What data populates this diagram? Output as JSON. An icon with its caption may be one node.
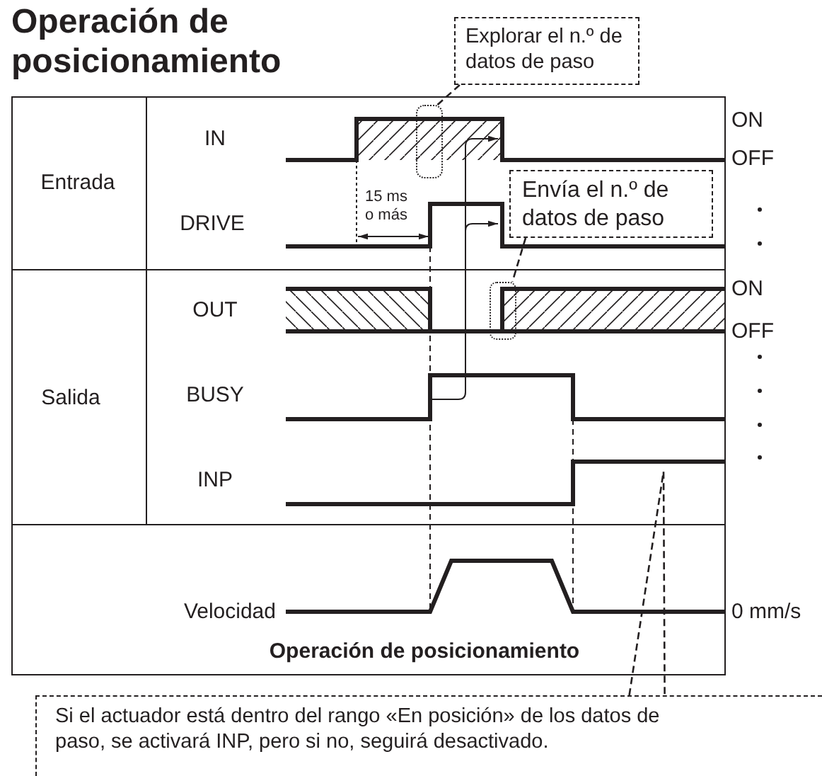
{
  "diagram": {
    "title": "Operación de posicionamiento",
    "nodes": [
      {
        "text": [
          "Explorar el n.º de datos de paso"
        ]
      },
      {
        "text": [],
        "shape": "box"
      },
      {
        "text": [
          "Envía el n.º de datos de paso"
        ]
      },
      {
        "text": [],
        "shape": "box"
      },
      {
        "text": [
          "Si el actuador está dentro del rango «En posición» de los datos de paso, se activará INP, pero si no, seguirá desactivado."
        ]
      }
    ],
    "edges": [
      {
        "from": 0,
        "to": 1,
        "arrow": "none",
        "style": "dashed"
      },
      {
        "from": 2,
        "to": 3,
        "arrow": "none",
        "style": "dashed"
      },
      {
        "from": 4,
        "to": null,
        "arrow": "none",
        "style": "dashed"
      }
    ],
    "labels": [
      "IN",
      "ON",
      "OFF",
      "Entrada",
      "15 ms o más",
      "DRIVE",
      "OUT",
      "ON",
      "OFF",
      "Salida",
      "BUSY",
      "INP",
      "Velocidad",
      "0 mm/s",
      "Operación de posicionamiento"
    ]
  }
}
